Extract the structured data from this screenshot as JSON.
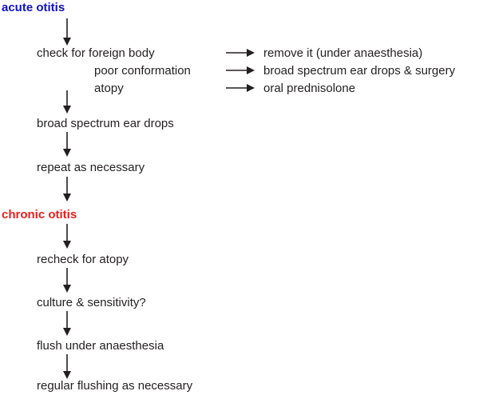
{
  "colors": {
    "acute_heading": "#1010c8",
    "chronic_heading": "#ee1c1c",
    "text": "#231f20",
    "arrow": "#231f20"
  },
  "acute": {
    "heading": "acute otitis",
    "check_foreign_body": "check for foreign body",
    "poor_conformation": "poor conformation",
    "atopy": "atopy",
    "broad_spectrum": "broad spectrum ear drops",
    "repeat": "repeat as necessary"
  },
  "outcomes": {
    "remove": "remove it (under anaesthesia)",
    "surgery": "broad spectrum ear drops & surgery",
    "prednisolone": "oral prednisolone"
  },
  "chronic": {
    "heading": "chronic otitis",
    "recheck_atopy": "recheck for atopy",
    "culture": "culture & sensitivity?",
    "flush": "flush under anaesthesia",
    "regular_flushing": "regular flushing as necessary"
  },
  "icons": {
    "down_arrow": "down-arrow-icon",
    "right_arrow": "right-arrow-icon"
  }
}
